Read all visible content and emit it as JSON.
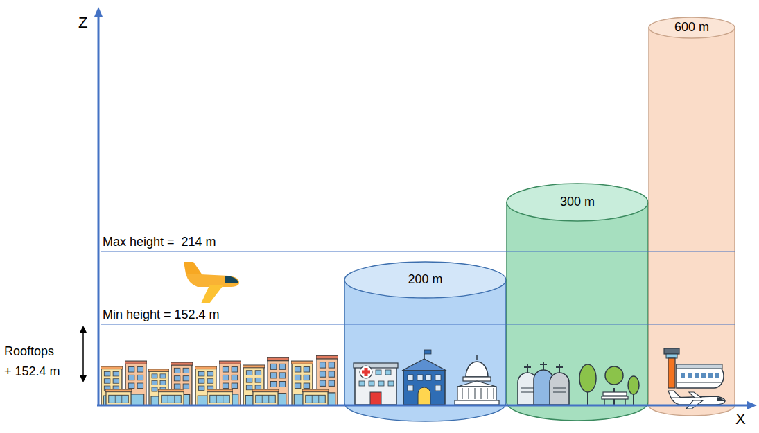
{
  "diagram": {
    "nodes": [
      {
        "text": [
          "200 m"
        ]
      },
      {
        "text": [
          "300 m"
        ]
      },
      {
        "text": [
          "600 m"
        ]
      }
    ],
    "labels": [
      "Z",
      "Max height =  214 m",
      "Min height = 152.4 m",
      "Rooftops + 152.4 m",
      "X"
    ]
  }
}
